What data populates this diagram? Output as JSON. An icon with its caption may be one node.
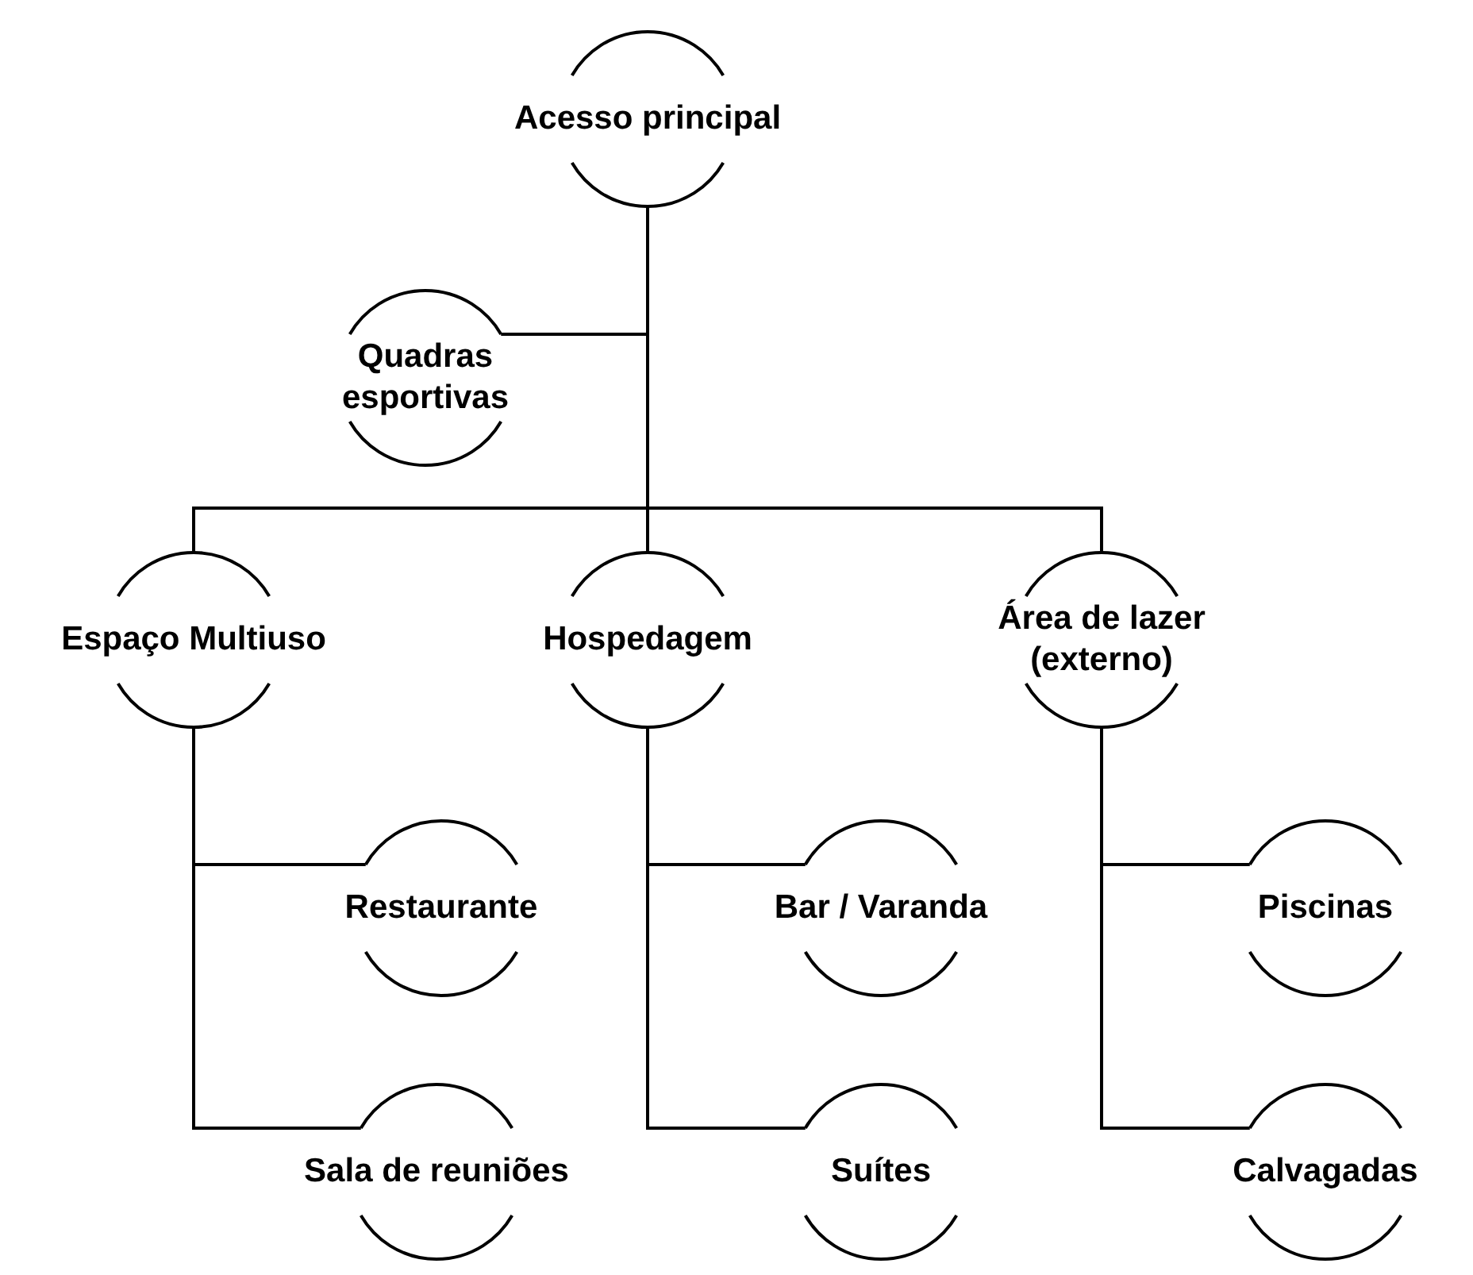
{
  "diagram": {
    "nodes": [
      {
        "text": [
          "Acesso principal"
        ]
      },
      {
        "text": [
          "Quadras esportivas"
        ]
      },
      {
        "text": [
          "Espaço Multiuso"
        ]
      },
      {
        "text": [
          "Hospedagem"
        ]
      },
      {
        "text": [
          "Área de lazer (externo)"
        ]
      },
      {
        "text": [
          "Restaurante"
        ]
      },
      {
        "text": [
          "Sala de reuniões"
        ]
      },
      {
        "text": [
          "Bar / Varanda"
        ]
      },
      {
        "text": [
          "Suítes"
        ]
      },
      {
        "text": [
          "Piscinas"
        ]
      },
      {
        "text": [
          "Calvagadas"
        ]
      }
    ],
    "edges": [
      {
        "from": 0,
        "to": 1,
        "arrow": "none"
      },
      {
        "from": 0,
        "to": 2,
        "arrow": "none"
      },
      {
        "from": 0,
        "to": 3,
        "arrow": "none"
      },
      {
        "from": 0,
        "to": 4,
        "arrow": "none"
      },
      {
        "from": 2,
        "to": 5,
        "arrow": "none"
      },
      {
        "from": 2,
        "to": 6,
        "arrow": "none"
      },
      {
        "from": 3,
        "to": 7,
        "arrow": "none"
      },
      {
        "from": 3,
        "to": 8,
        "arrow": "none"
      },
      {
        "from": 4,
        "to": 9,
        "arrow": "none"
      },
      {
        "from": 4,
        "to": 10,
        "arrow": "none"
      }
    ]
  }
}
